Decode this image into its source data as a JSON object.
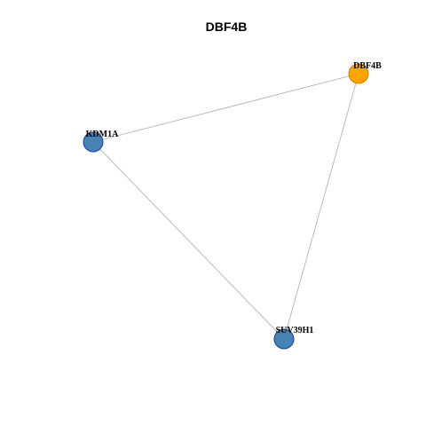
{
  "title": "DBF4B",
  "colors": {
    "query_node_fill": "#FFA500",
    "query_node_stroke": "#B8860B",
    "partner_node_fill": "#4682B4",
    "partner_node_stroke": "#1E3A9E",
    "edge": "#B3B3B3"
  },
  "nodes": [
    {
      "id": "DBF4B",
      "label": "DBF4B",
      "role": "query"
    },
    {
      "id": "KDM1A",
      "label": "KDM1A",
      "role": "partner"
    },
    {
      "id": "SUV39H1",
      "label": "SUV39H1",
      "role": "partner"
    }
  ],
  "edges": [
    {
      "source": "KDM1A",
      "target": "DBF4B"
    },
    {
      "source": "DBF4B",
      "target": "SUV39H1"
    },
    {
      "source": "KDM1A",
      "target": "SUV39H1"
    }
  ]
}
